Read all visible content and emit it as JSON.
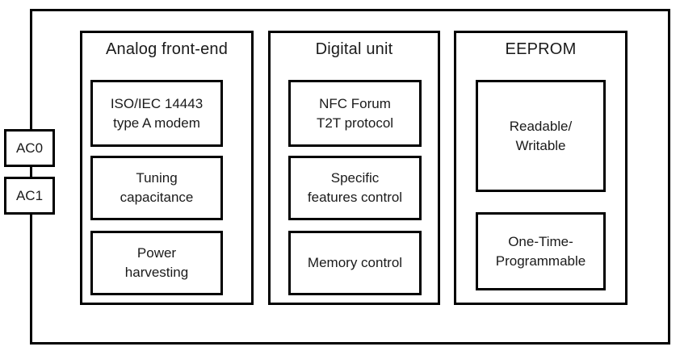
{
  "colors": {
    "background": "#ffffff",
    "border": "#000000",
    "text": "#1a1a1a"
  },
  "pins": [
    {
      "label": "AC0"
    },
    {
      "label": "AC1"
    }
  ],
  "panels": [
    {
      "title": "Analog front-end",
      "blocks": [
        "ISO/IEC 14443\ntype A modem",
        "Tuning\ncapacitance",
        "Power\nharvesting"
      ]
    },
    {
      "title": "Digital unit",
      "blocks": [
        "NFC Forum\nT2T protocol",
        "Specific\nfeatures control",
        "Memory control"
      ]
    },
    {
      "title": "EEPROM",
      "blocks": [
        "Readable/\nWritable",
        "One-Time-\nProgrammable"
      ]
    }
  ]
}
